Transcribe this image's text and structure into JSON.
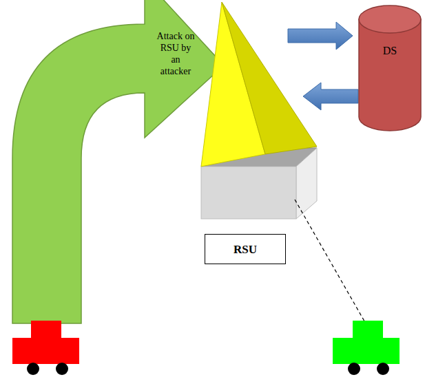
{
  "diagram": {
    "nodes": [
      {
        "text": [
          "Attack on RSU by an attacker"
        ]
      },
      {
        "text": [
          "DS"
        ]
      },
      {
        "text": [
          "RSU"
        ]
      }
    ]
  }
}
